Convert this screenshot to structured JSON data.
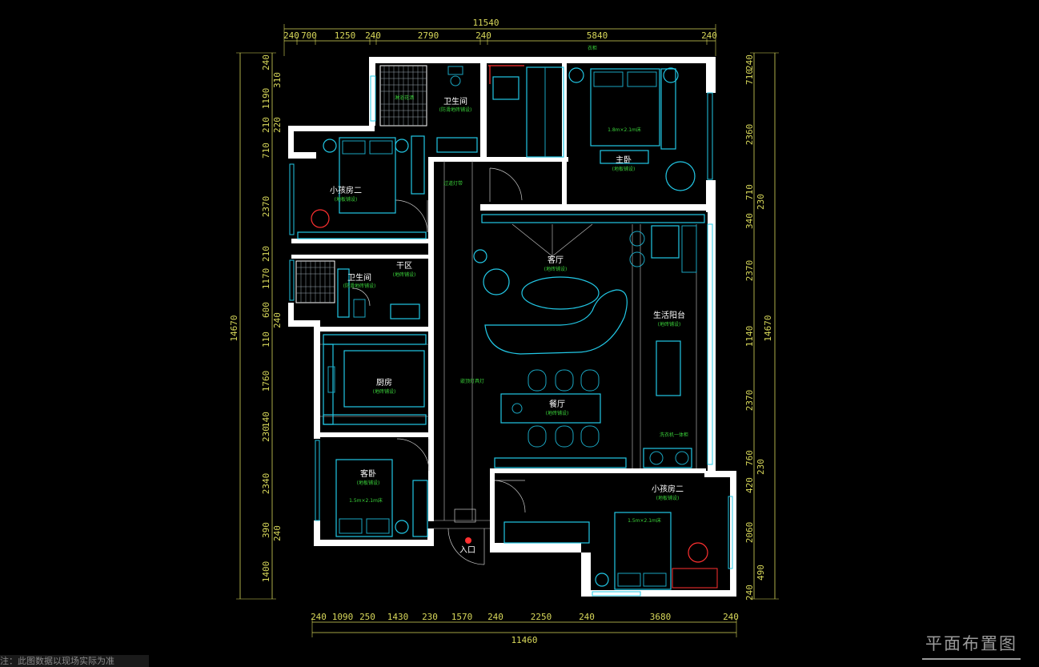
{
  "dimensions": {
    "top_total": "11540",
    "top": [
      "240",
      "700",
      "1250",
      "240",
      "2790",
      "240",
      "5840",
      "240"
    ],
    "bottom_total": "11460",
    "bottom": [
      "240",
      "1090",
      "250",
      "1430",
      "230",
      "1570",
      "240",
      "2250",
      "240",
      "3680",
      "240"
    ],
    "left_total": "14670",
    "left": [
      "240",
      "310",
      "1190",
      "210",
      "220",
      "710",
      "2370",
      "210",
      "1170",
      "600",
      "240",
      "110",
      "1760",
      "140",
      "230",
      "2340",
      "390",
      "240",
      "1400"
    ],
    "right_total": "14670",
    "right": [
      "240",
      "710",
      "2360",
      "710",
      "230",
      "340",
      "2370",
      "1140",
      "2370",
      "760",
      "230",
      "420",
      "2060",
      "490",
      "240"
    ]
  },
  "rooms": [
    {
      "name": "卫生间",
      "sub": "(防滑地砖铺设)"
    },
    {
      "name": "主卧",
      "sub": "(地板铺设)"
    },
    {
      "name": "小孩房二",
      "sub": "(地板铺设)"
    },
    {
      "name": "客厅",
      "sub": "(地砖铺设)"
    },
    {
      "name": "干区",
      "sub": "(地砖铺设)"
    },
    {
      "name": "卫生间",
      "sub": "(防滑地砖铺设)"
    },
    {
      "name": "生活阳台",
      "sub": "(地砖铺设)"
    },
    {
      "name": "厨房",
      "sub": "(地砖铺设)"
    },
    {
      "name": "餐厅",
      "sub": "(地砖铺设)"
    },
    {
      "name": "客卧",
      "sub": "(地板铺设)"
    },
    {
      "name": "小孩房二",
      "sub": "(地板铺设)"
    },
    {
      "name": "入口",
      "sub": ""
    }
  ],
  "annotations": {
    "bed_master": "1.8m×2.1m床",
    "bed_guest": "1.5m×2.1m床",
    "bed_kid": "1.5m×2.1m床",
    "corridor": "过道灯带",
    "lamp": "嵌顶灯具灯",
    "washer": "洗衣机一体柜",
    "cabinet": "衣柜",
    "shower": "淋浴花洒"
  },
  "bottom_note": "注：此图数据以现场实际为准",
  "drawing_title": "平面布置图",
  "colors": {
    "wall": "#ffffff",
    "furniture": "#22c8e6",
    "dimension": "#d8d85a",
    "label": "#3ad23a"
  }
}
